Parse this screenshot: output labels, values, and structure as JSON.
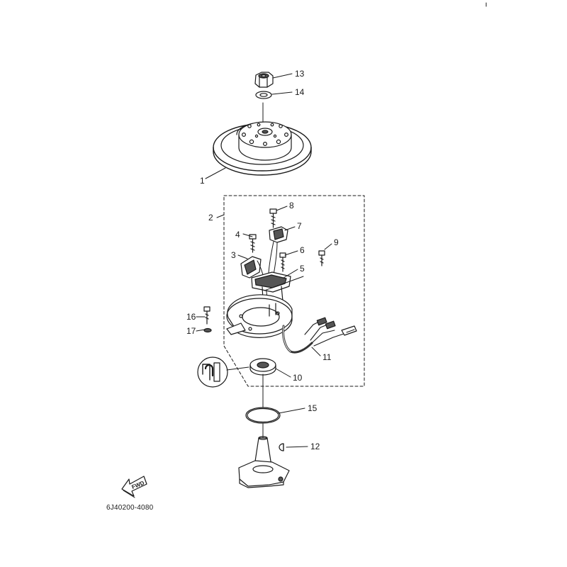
{
  "diagram": {
    "part_code": "6J40200-4080",
    "direction_arrow": {
      "label": "FWD",
      "icon": "fwd-arrow-icon"
    },
    "callouts": [
      {
        "id": "13",
        "label": "13"
      },
      {
        "id": "14",
        "label": "14"
      },
      {
        "id": "1",
        "label": "1"
      },
      {
        "id": "2",
        "label": "2"
      },
      {
        "id": "8",
        "label": "8"
      },
      {
        "id": "7",
        "label": "7"
      },
      {
        "id": "4",
        "label": "4"
      },
      {
        "id": "9",
        "label": "9"
      },
      {
        "id": "6",
        "label": "6"
      },
      {
        "id": "3",
        "label": "3"
      },
      {
        "id": "5",
        "label": "5"
      },
      {
        "id": "16",
        "label": "16"
      },
      {
        "id": "17",
        "label": "17"
      },
      {
        "id": "11",
        "label": "11"
      },
      {
        "id": "10",
        "label": "10"
      },
      {
        "id": "15",
        "label": "15"
      },
      {
        "id": "12",
        "label": "12"
      }
    ],
    "colors": {
      "line": "#1a1a1a",
      "paper": "#ffffff"
    }
  }
}
